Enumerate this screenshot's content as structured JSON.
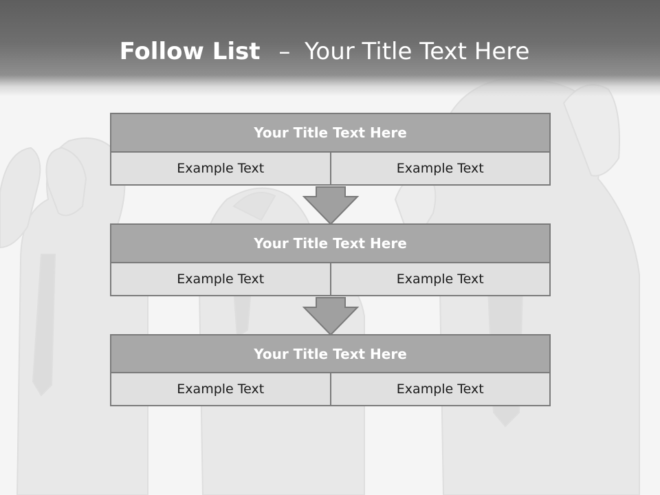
{
  "slide": {
    "title_bold": "Follow List",
    "title_dash": "–",
    "title_rest": "Your Title Text Here"
  },
  "steps": [
    {
      "title": "Your Title Text Here",
      "left": "Example Text",
      "right": "Example Text"
    },
    {
      "title": "Your Title Text Here",
      "left": "Example Text",
      "right": "Example Text"
    },
    {
      "title": "Your Title Text Here",
      "left": "Example Text",
      "right": "Example Text"
    }
  ],
  "colors": {
    "header_dark": "#5e5e5e",
    "box_title_fill": "#a8a8a8",
    "box_cell_fill": "#e0e0e0",
    "border": "#7a7a7a",
    "arrow_fill": "#a0a0a0"
  }
}
